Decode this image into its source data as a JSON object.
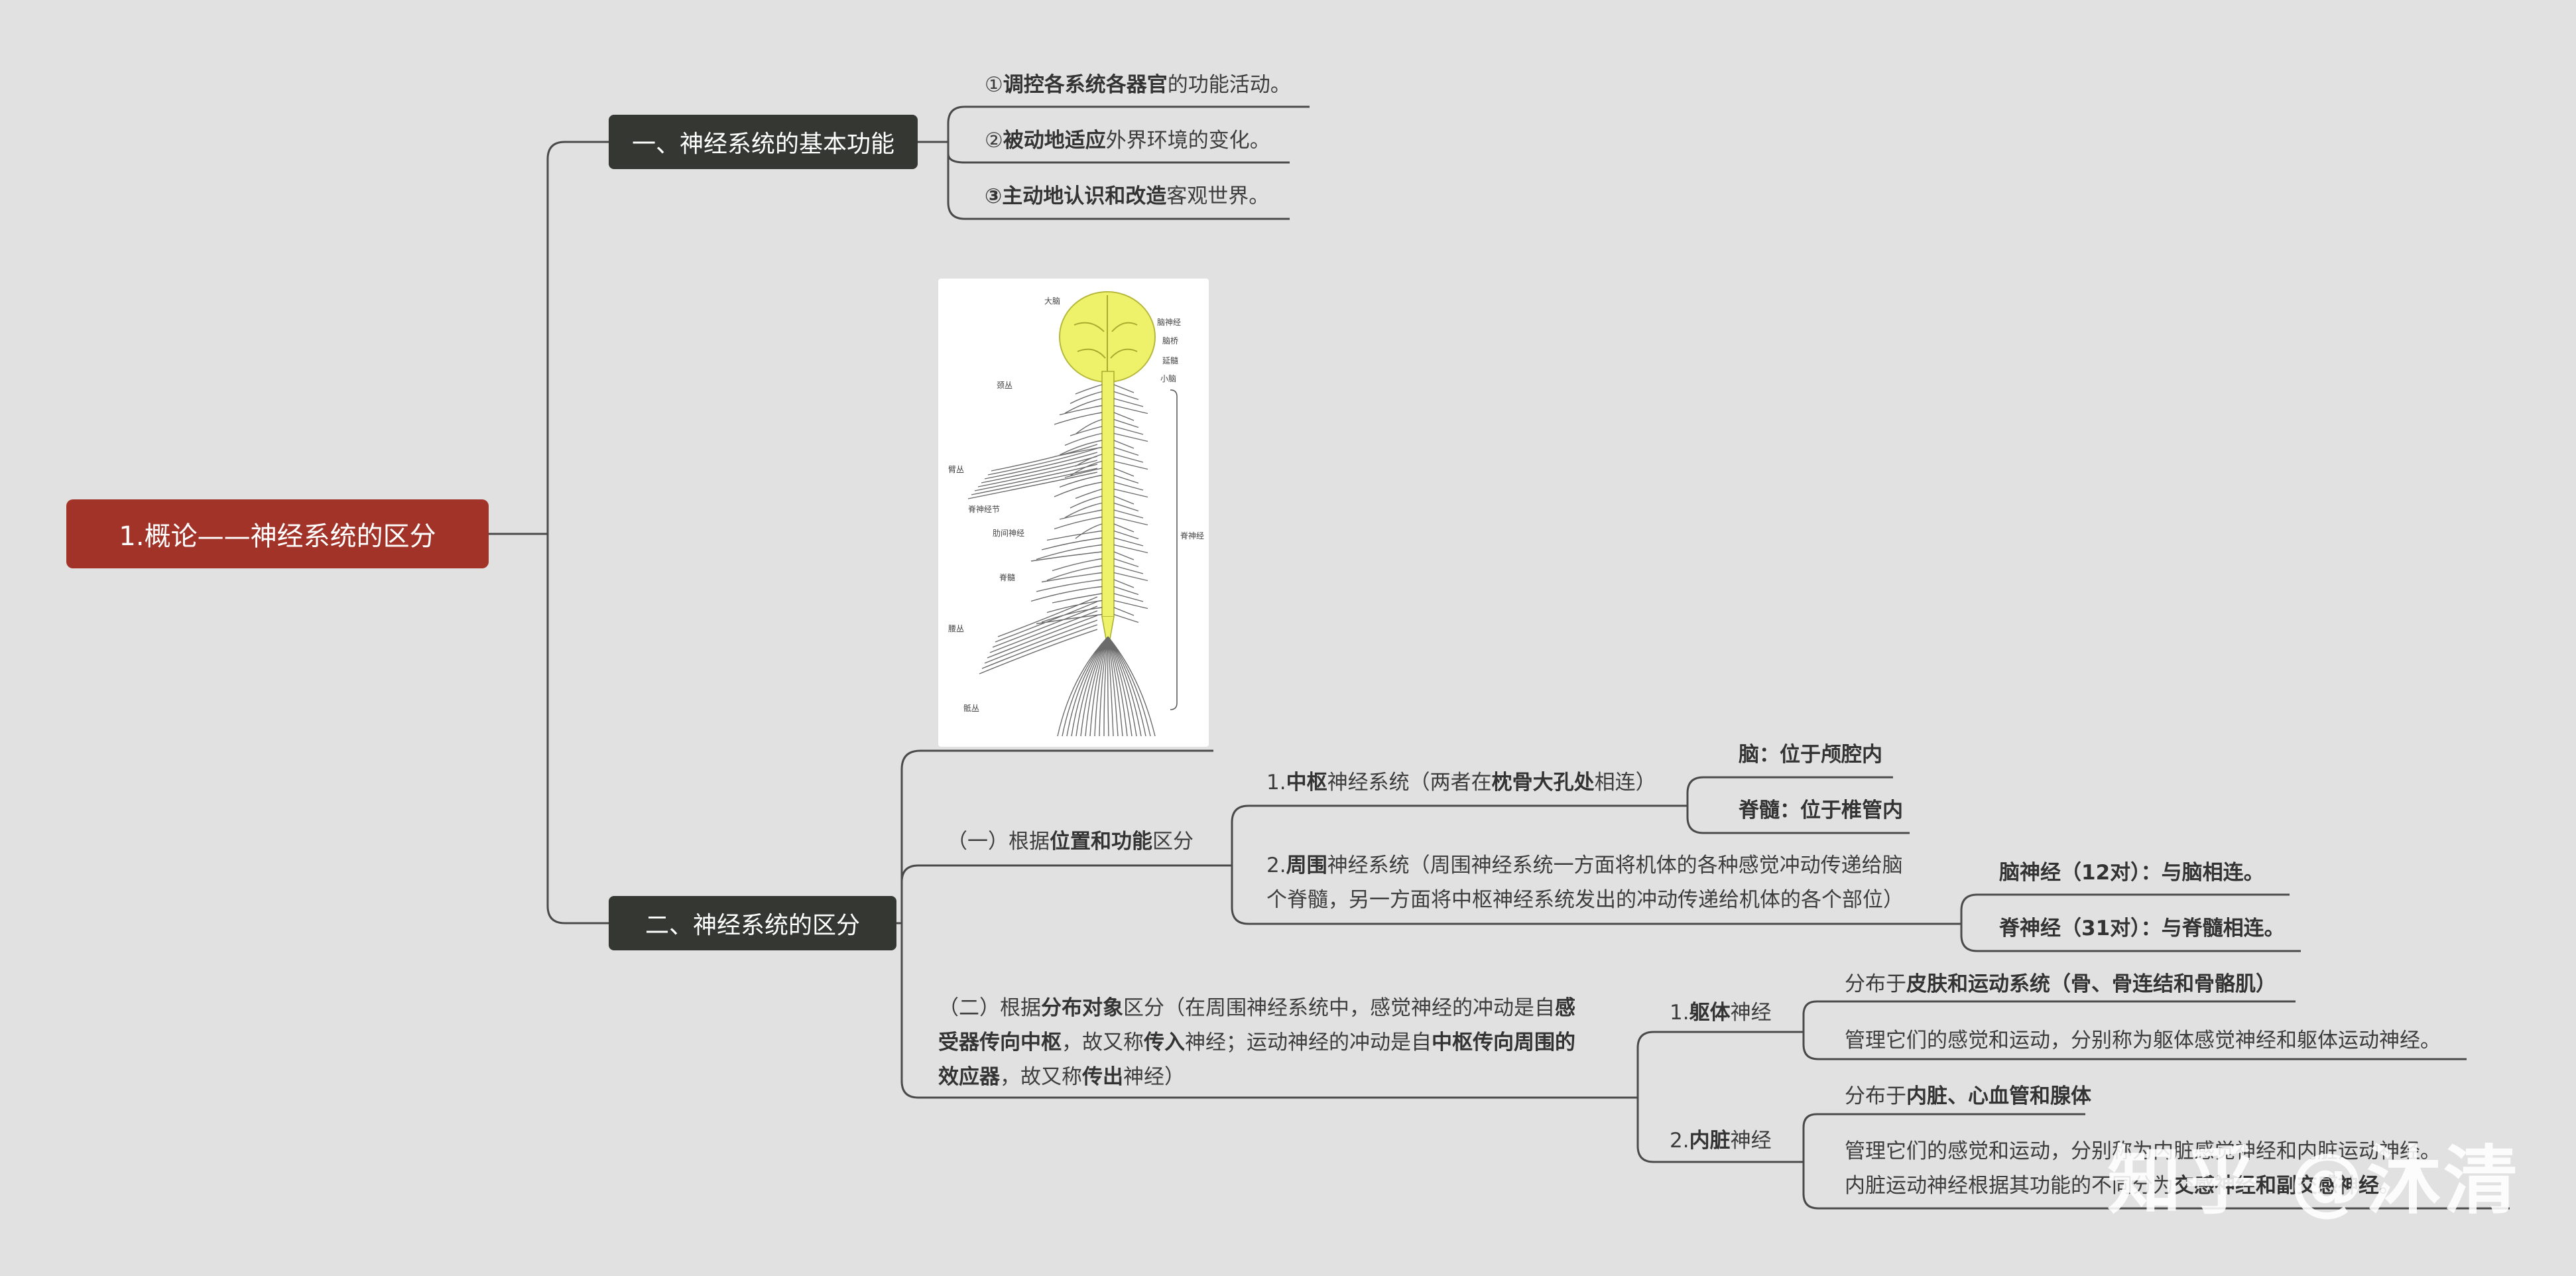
{
  "root": {
    "label": "1.概论——神经系统的区分"
  },
  "branch1": {
    "label": "一、神经系统的基本功能",
    "items": [
      {
        "prefix": "①",
        "bold": "调控各系统各器官",
        "rest": "的功能活动。"
      },
      {
        "prefix": "②",
        "bold": "被动地适应",
        "rest": "外界环境的变化。"
      },
      {
        "prefix": "③",
        "bold": "主动地认识和改造",
        "rest": "客观世界。"
      }
    ]
  },
  "figure": {
    "labels": {
      "dana": "大脑",
      "naoshenjing": "脑神经",
      "naoqiao": "脑桥",
      "yansui": "延髓",
      "xiaonao": "小脑",
      "jingcong": "颈丛",
      "bicong": "臂丛",
      "jishenjingjie": "脊神经节",
      "leijianshenjing": "肋间神经",
      "jisui": "脊髓",
      "yaocong": "腰丛",
      "dicong": "骶丛",
      "jishenjing": "脊神经"
    }
  },
  "branch2": {
    "label": "二、神经系统的区分",
    "sub1": {
      "pre": "（一）根据",
      "bold": "位置和功能",
      "post": "区分",
      "central": {
        "pre": "1.",
        "bold": "中枢",
        "mid": "神经系统（两者在",
        "bold2": "枕骨大孔处",
        "post": "相连）",
        "children": [
          {
            "text": "脑：位于颅腔内"
          },
          {
            "text": "脊髓：位于椎管内"
          }
        ]
      },
      "peripheral": {
        "pre": "2.",
        "bold": "周围",
        "line1_rest": "神经系统（周围神经系统一方面将机体的各种感觉冲动传递给脑",
        "line2": "个脊髓，另一方面将中枢神经系统发出的冲动传递给机体的各个部位）",
        "children": [
          {
            "text": "脑神经（12对）：与脑相连。"
          },
          {
            "text": "脊神经（31对）：与脊髓相连。"
          }
        ]
      }
    },
    "sub2": {
      "l1_pre": "（二）根据",
      "l1_bold": "分布对象",
      "l1_mid": "区分（在周围神经系统中，感觉神经的冲动是自",
      "l1_bold2": "感",
      "l2_bold": "受器传向中枢",
      "l2_mid": "，故又称",
      "l2_bold2": "传入",
      "l2_mid2": "神经；运动神经的冲动是自",
      "l2_bold3": "中枢传向周围的",
      "l3_bold": "效应器",
      "l3_mid": "，故又称",
      "l3_bold2": "传出",
      "l3_post": "神经）",
      "somatic": {
        "pre": "1.",
        "bold": "躯体",
        "post": "神经",
        "dist_pre": "分布于",
        "dist_bold": "皮肤和运动系统（骨、骨连结和骨骼肌）",
        "manage": "管理它们的感觉和运动，分别称为躯体感觉神经和躯体运动神经。"
      },
      "visceral": {
        "pre": "2.",
        "bold": "内脏",
        "post": "神经",
        "dist_pre": "分布于",
        "dist_bold": "内脏、心血管和腺体",
        "manage_l1": "管理它们的感觉和运动，分别称为内脏感觉神经和内脏运动神经。",
        "manage_l2_pre": "内脏运动神经根据其功能的不同分为",
        "manage_l2_bold": "交感神经和副交感神经",
        "manage_l2_post": "。"
      }
    }
  },
  "watermark": "知乎 @沐清",
  "colors": {
    "background": "#e1e1e1",
    "root": "#a23328",
    "main": "#353832",
    "line": "#4a4a4a",
    "nerve": "#eef26a"
  }
}
